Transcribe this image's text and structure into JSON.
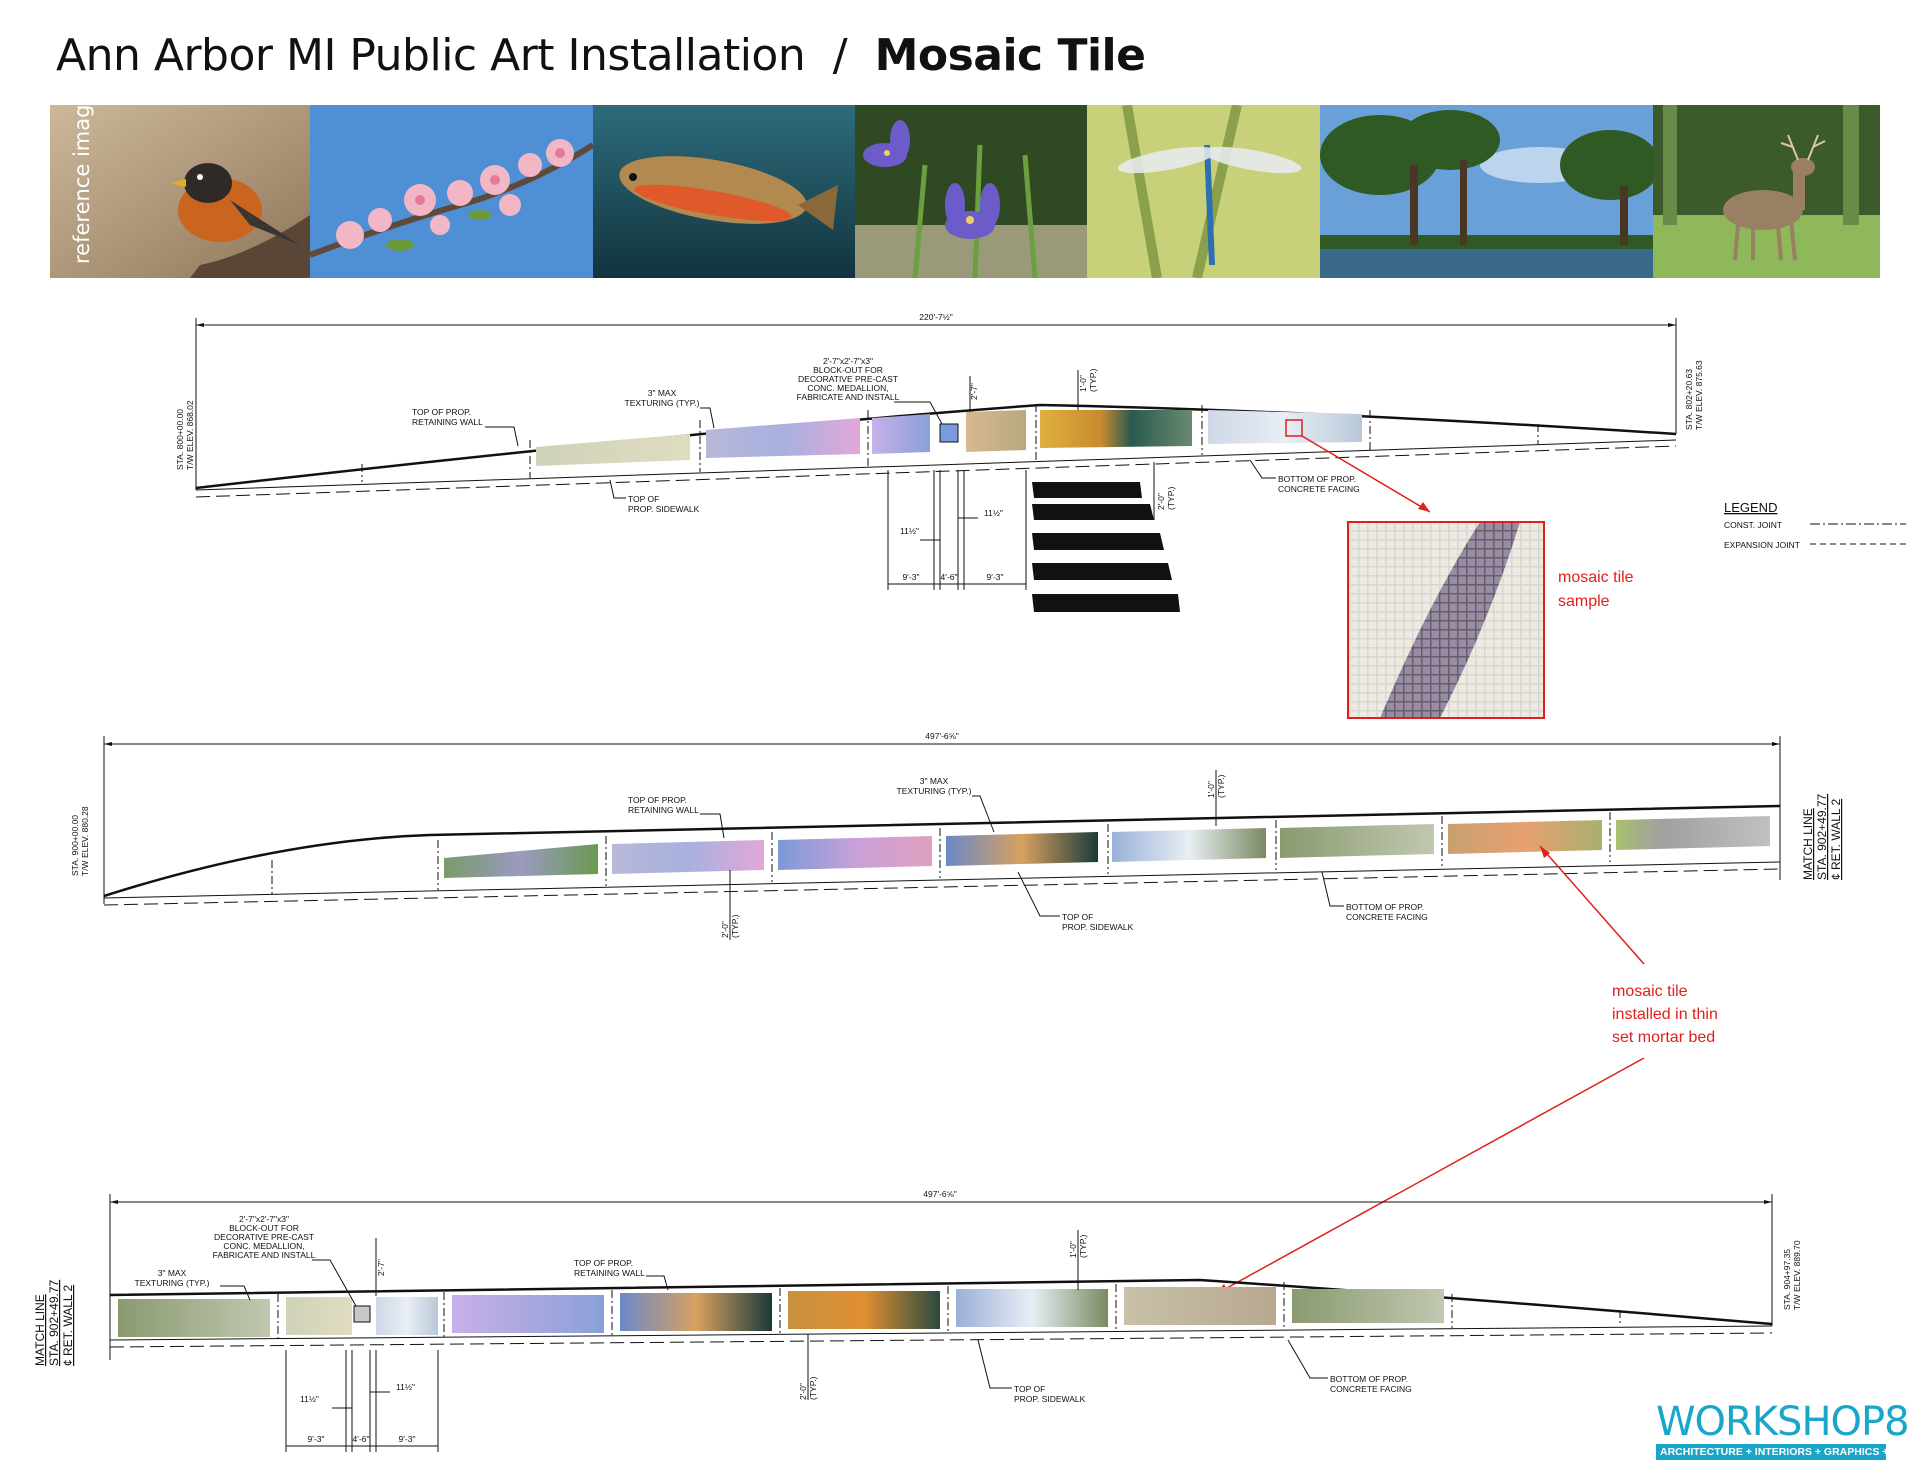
{
  "header": {
    "title_location": "Ann Arbor MI Public Art Installation",
    "title_separator": "/",
    "title_subject": "Mosaic Tile"
  },
  "reference_strip": {
    "label": "reference imagery",
    "images": [
      {
        "subject": "robin",
        "colors": [
          "#b89a7a",
          "#c9651f",
          "#3a3530"
        ]
      },
      {
        "subject": "apple-blossom",
        "colors": [
          "#4f8fd6",
          "#f1b7c6",
          "#5f4a3a"
        ]
      },
      {
        "subject": "brook-trout",
        "colors": [
          "#1d4a5a",
          "#c8a060",
          "#e0592a"
        ]
      },
      {
        "subject": "iris",
        "colors": [
          "#2f4a22",
          "#6b5cc9",
          "#9a9a7a"
        ]
      },
      {
        "subject": "dragonfly",
        "colors": [
          "#c8d07a",
          "#8aa04a",
          "#2d6fb0"
        ]
      },
      {
        "subject": "pine-forest",
        "colors": [
          "#6aa0d8",
          "#2f5a24",
          "#bcd4ee"
        ]
      },
      {
        "subject": "deer",
        "colors": [
          "#3c5a2a",
          "#8fb85a",
          "#9a8062"
        ]
      }
    ]
  },
  "wall1": {
    "dimension": "220'-7½\"",
    "sta_left": "STA. 800+00.00",
    "elev_left": "T/W ELEV. 868.02",
    "sta_right": "STA. 802+20.63",
    "elev_right": "T/W ELEV. 875.63",
    "label_top_wall": [
      "TOP OF PROP.",
      "RETAINING WALL"
    ],
    "label_texturing": [
      "3\" MAX",
      "TEXTURING (TYP.)"
    ],
    "label_blockout": [
      "2'-7\"x2'-7\"x3\"",
      "BLOCK-OUT FOR",
      "DECORATIVE PRE-CAST",
      "CONC. MEDALLION,",
      "FABRICATE AND INSTALL"
    ],
    "label_27": "2'-7\"",
    "label_10_typ": [
      "1'-0\"",
      "(TYP.)"
    ],
    "label_20_typ": [
      "2'-0\"",
      "(TYP.)"
    ],
    "label_sidewalk": [
      "TOP OF",
      "PROP. SIDEWALK"
    ],
    "label_facing": [
      "BOTTOM OF PROP.",
      "CONCRETE FACING"
    ],
    "dim_11a": "11½\"",
    "dim_11b": "11½\"",
    "dim_93a": "9'-3\"",
    "dim_46": "4'-6\"",
    "dim_93b": "9'-3\""
  },
  "wall2": {
    "dimension": "497'-6⅝\"",
    "sta_left": "STA. 900+00.00",
    "elev_left": "T/W ELEV. 880.28",
    "match_line": [
      "MATCH LINE",
      "STA. 902+49.77",
      "¢ RET. WALL 2"
    ],
    "label_top_wall": [
      "TOP OF PROP.",
      "RETAINING WALL"
    ],
    "label_texturing": [
      "3\" MAX",
      "TEXTURING (TYP.)"
    ],
    "label_10_typ": [
      "1'-0\"",
      "(TYP.)"
    ],
    "label_20_typ": [
      "2'-0\"",
      "(TYP.)"
    ],
    "label_sidewalk": [
      "TOP OF",
      "PROP. SIDEWALK"
    ],
    "label_facing": [
      "BOTTOM OF PROP.",
      "CONCRETE FACING"
    ]
  },
  "wall3": {
    "dimension": "497'-6⅝\"",
    "match_line": [
      "MATCH LINE",
      "STA. 902+49.77",
      "¢ RET. WALL 2"
    ],
    "sta_right": "STA. 904+97.35",
    "elev_right": "T/W ELEV. 889.70",
    "label_blockout": [
      "2'-7\"x2'-7\"x3\"",
      "BLOCK-OUT FOR",
      "DECORATIVE PRE-CAST",
      "CONC. MEDALLION,",
      "FABRICATE AND INSTALL"
    ],
    "label_texturing": [
      "3\" MAX",
      "TEXTURING (TYP.)"
    ],
    "label_27": "2'-7\"",
    "label_top_wall": [
      "TOP OF PROP.",
      "RETAINING WALL"
    ],
    "label_10_typ": [
      "1'-0\"",
      "(TYP.)"
    ],
    "label_20_typ": [
      "2'-0\"",
      "(TYP.)"
    ],
    "label_sidewalk": [
      "TOP OF",
      "PROP. SIDEWALK"
    ],
    "label_facing": [
      "BOTTOM OF PROP.",
      "CONCRETE FACING"
    ],
    "dim_11a": "11½\"",
    "dim_11b": "11½\"",
    "dim_93a": "9'-3\"",
    "dim_46": "4'-6\"",
    "dim_93b": "9'-3\""
  },
  "legend": {
    "title": "LEGEND",
    "const_joint": "CONST. JOINT",
    "expansion_joint": "EXPANSION JOINT"
  },
  "callouts": {
    "sample": [
      "mosaic tile",
      "sample"
    ],
    "installed": [
      "mosaic tile",
      "installed in thin",
      "set mortar bed"
    ],
    "color": "#e0201c"
  },
  "logo": {
    "name": "WORKSHOP8",
    "tagline": "ARCHITECTURE + INTERIORS + GRAPHICS + ART",
    "color": "#19a6c8"
  }
}
